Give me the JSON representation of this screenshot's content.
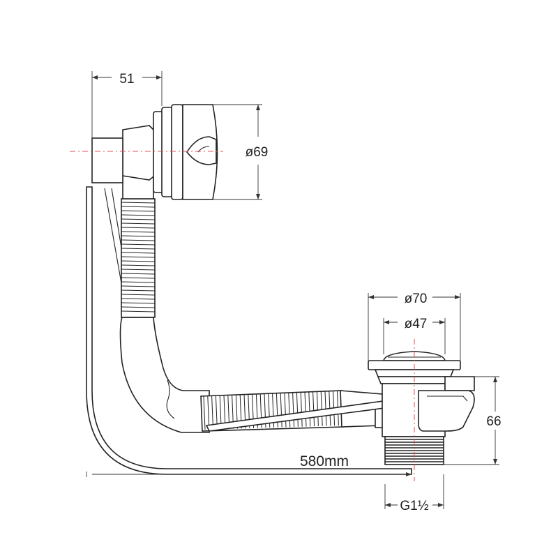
{
  "dimensions": {
    "overflow_offset": "51",
    "overflow_diameter": "ø69",
    "waste_outer_diameter": "ø70",
    "waste_inner_diameter": "ø47",
    "waste_height": "66",
    "cable_length": "580mm",
    "thread_size": "G1½"
  },
  "colors": {
    "line": "#222222",
    "centerline": "#e05050"
  }
}
